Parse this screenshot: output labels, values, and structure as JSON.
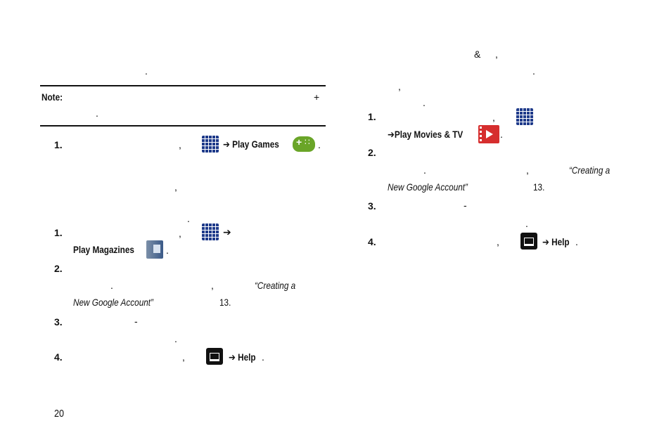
{
  "left": {
    "top_period": ".",
    "note_label": "Note:",
    "note_plus": "+",
    "note_period": ".",
    "games_step_num": "1.",
    "games_comma": ",",
    "games_arrow_label": "➔ Play Games",
    "games_period": ".",
    "mid_comma": ",",
    "mid_period": ".",
    "mag_step1_num": "1.",
    "mag_step1_comma": ",",
    "mag_arrow": "➔",
    "mag_label": "Play Magazines",
    "mag_period": ".",
    "mag_step2_num": "2.",
    "mag_step2_period": ".",
    "mag_step2_comma": ",",
    "mag_step2_ref_a": "“Creating a",
    "mag_step2_ref_b": "New Google Account”",
    "mag_step2_page": "13.",
    "mag_step3_num": "3.",
    "mag_step3_dash": "-",
    "mag_step3_period": ".",
    "mag_step4_num": "4.",
    "mag_step4_comma": ",",
    "mag_step4_help": "➔ Help",
    "mag_step4_period": ".",
    "page_number": "20"
  },
  "right": {
    "top_amp": "&",
    "top_comma": ",",
    "top_period": ".",
    "comma2": ",",
    "period3": ".",
    "step1_num": "1.",
    "step1_comma": ",",
    "movies_label": "➔Play Movies & TV",
    "movies_period": ".",
    "step2_num": "2.",
    "step2_period": ".",
    "step2_comma": ",",
    "step2_ref_a": "“Creating a",
    "step2_ref_b": "New Google Account”",
    "step2_page": "13.",
    "step3_num": "3.",
    "step3_dash": "-",
    "step3_period": ".",
    "step4_num": "4.",
    "step4_comma": ",",
    "step4_help": "➔ Help",
    "step4_period": "."
  },
  "icons": {
    "apps": "apps-grid-icon",
    "menu": "menu-key-icon",
    "play_games": "play-games-icon",
    "play_magazines": "play-magazines-icon",
    "play_movies": "play-movies-icon"
  },
  "colors": {
    "apps_blue": "#1e3a8a",
    "games_green": "#6aa528",
    "movies_red": "#d62e2e"
  }
}
